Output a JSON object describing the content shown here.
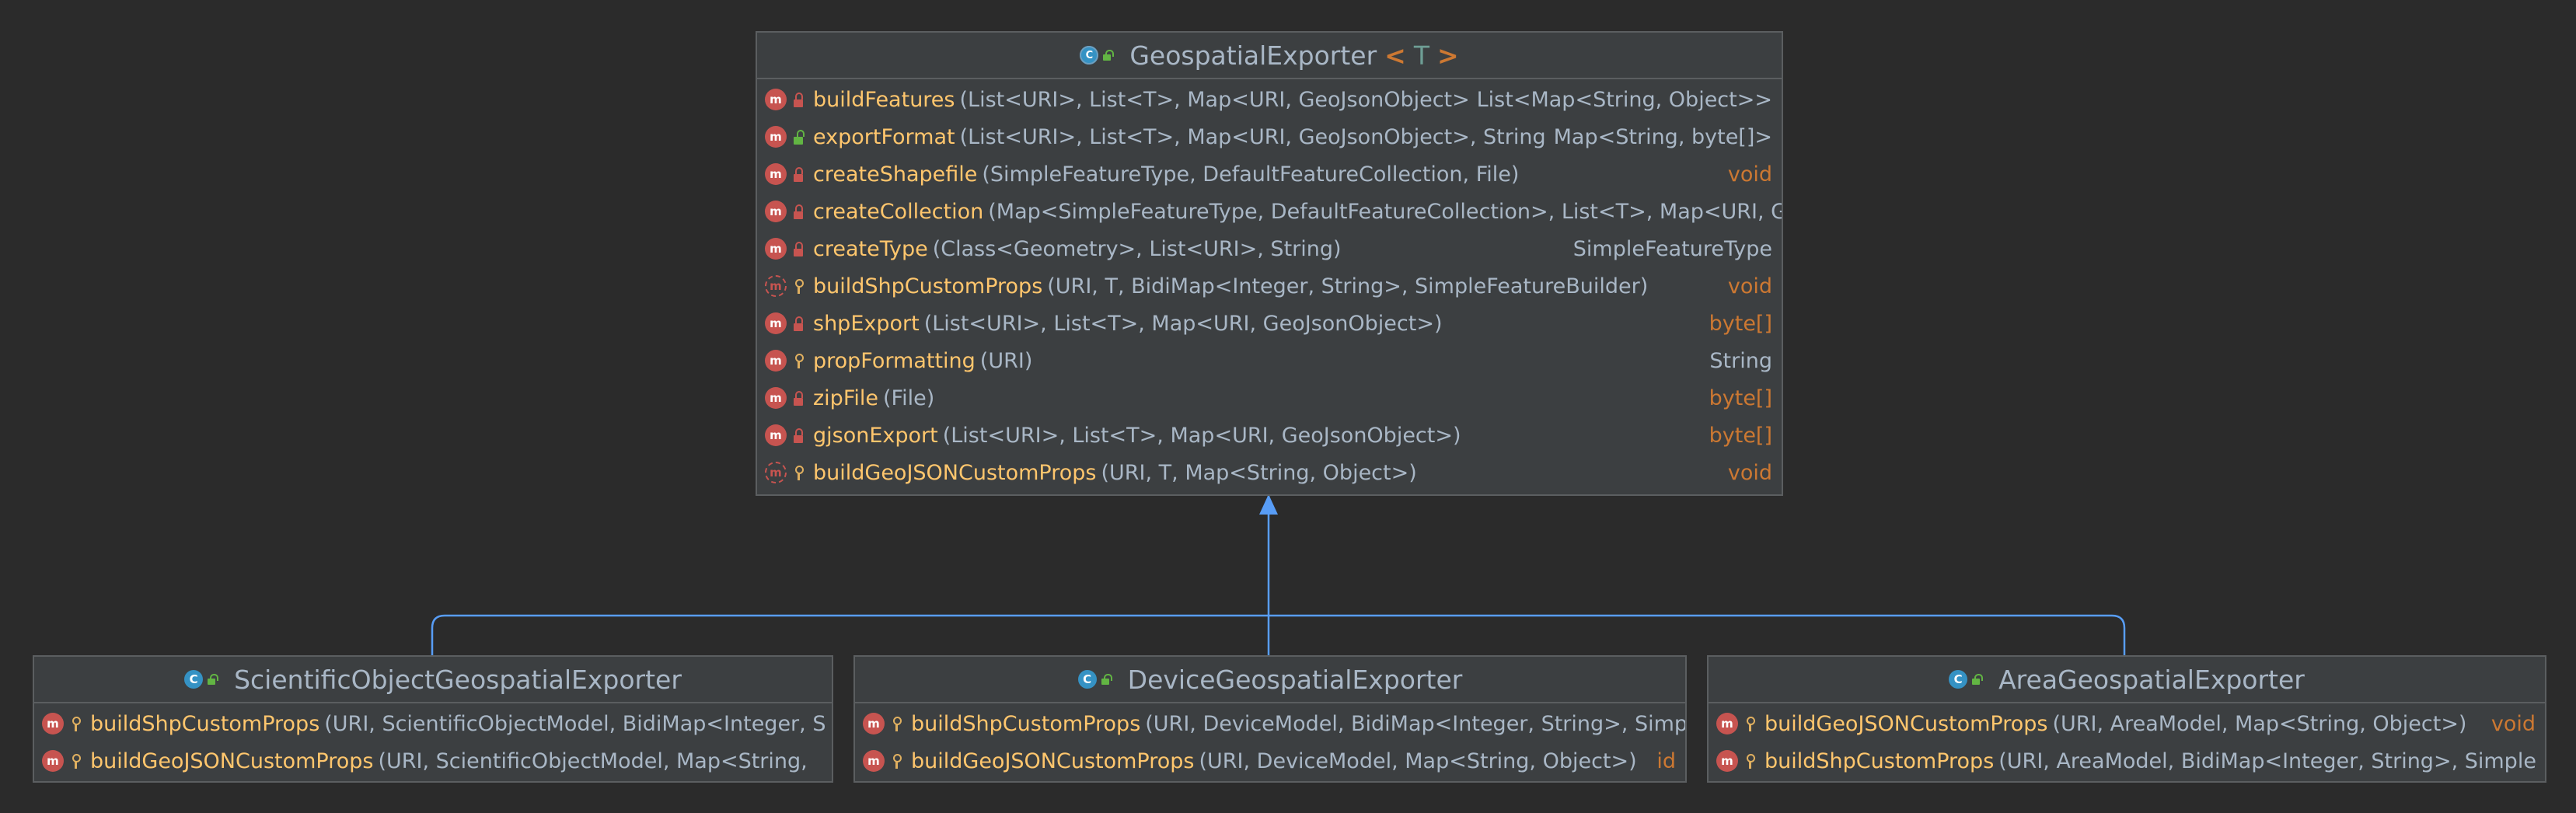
{
  "parent": {
    "name": "GeospatialExporter",
    "type_param": "T",
    "methods": [
      {
        "name": "buildFeatures",
        "params": "(List<URI>, List<T>, Map<URI, GeoJsonObject>)",
        "ret": "List<Map<String, Object>>",
        "ret_kind": "typ",
        "vis": "private",
        "abstract": false
      },
      {
        "name": "exportFormat",
        "params": "(List<URI>, List<T>, Map<URI, GeoJsonObject>, String)",
        "ret": "Map<String, byte[]>",
        "ret_kind": "typ",
        "vis": "public",
        "abstract": false
      },
      {
        "name": "createShapefile",
        "params": "(SimpleFeatureType, DefaultFeatureCollection, File)",
        "ret": "void",
        "ret_kind": "kw",
        "vis": "private",
        "abstract": false
      },
      {
        "name": "createCollection",
        "params": "(Map<SimpleFeatureType, DefaultFeatureCollection>, List<T>, Map<URI, G",
        "ret": "",
        "ret_kind": "typ",
        "vis": "private",
        "abstract": false
      },
      {
        "name": "createType",
        "params": "(Class<Geometry>, List<URI>, String)",
        "ret": "SimpleFeatureType",
        "ret_kind": "typ",
        "vis": "private",
        "abstract": false
      },
      {
        "name": "buildShpCustomProps",
        "params": "(URI, T, BidiMap<Integer, String>, SimpleFeatureBuilder)",
        "ret": "void",
        "ret_kind": "kw",
        "vis": "protected",
        "abstract": true
      },
      {
        "name": "shpExport",
        "params": "(List<URI>, List<T>, Map<URI, GeoJsonObject>)",
        "ret": "byte[]",
        "ret_kind": "kw",
        "vis": "private",
        "abstract": false
      },
      {
        "name": "propFormatting",
        "params": "(URI)",
        "ret": "String",
        "ret_kind": "typ",
        "vis": "protected",
        "abstract": false
      },
      {
        "name": "zipFile",
        "params": "(File)",
        "ret": "byte[]",
        "ret_kind": "kw",
        "vis": "private",
        "abstract": false
      },
      {
        "name": "gjsonExport",
        "params": "(List<URI>, List<T>, Map<URI, GeoJsonObject>)",
        "ret": "byte[]",
        "ret_kind": "kw",
        "vis": "private",
        "abstract": false
      },
      {
        "name": "buildGeoJSONCustomProps",
        "params": "(URI, T, Map<String, Object>)",
        "ret": "void",
        "ret_kind": "kw",
        "vis": "protected",
        "abstract": true
      }
    ]
  },
  "children": [
    {
      "name": "ScientificObjectGeospatialExporter",
      "methods": [
        {
          "name": "buildShpCustomProps",
          "params": "(URI, ScientificObjectModel, BidiMap<Integer, S",
          "ret": "",
          "ret_kind": "typ",
          "vis": "protected",
          "abstract": false
        },
        {
          "name": "buildGeoJSONCustomProps",
          "params": "(URI, ScientificObjectModel, Map<String,",
          "ret": "",
          "ret_kind": "typ",
          "vis": "protected",
          "abstract": false
        }
      ]
    },
    {
      "name": "DeviceGeospatialExporter",
      "methods": [
        {
          "name": "buildShpCustomProps",
          "params": "(URI, DeviceModel, BidiMap<Integer, String>, Simp",
          "ret": "",
          "ret_kind": "typ",
          "vis": "protected",
          "abstract": false
        },
        {
          "name": "buildGeoJSONCustomProps",
          "params": "(URI, DeviceModel, Map<String, Object>)",
          "ret": "id",
          "ret_kind": "kw",
          "vis": "protected",
          "abstract": false
        }
      ]
    },
    {
      "name": "AreaGeospatialExporter",
      "methods": [
        {
          "name": "buildGeoJSONCustomProps",
          "params": "(URI, AreaModel, Map<String, Object>)",
          "ret": "void",
          "ret_kind": "kw",
          "vis": "protected",
          "abstract": false
        },
        {
          "name": "buildShpCustomProps",
          "params": "(URI, AreaModel, BidiMap<Integer, String>, Simple",
          "ret": "",
          "ret_kind": "typ",
          "vis": "protected",
          "abstract": false
        }
      ]
    }
  ],
  "colors": {
    "background": "#2b2b2b",
    "panel": "#3c3f41",
    "method_name": "#ffc66d",
    "keyword": "#cc7832",
    "text": "#a9b7c6",
    "arrow": "#589df6"
  }
}
